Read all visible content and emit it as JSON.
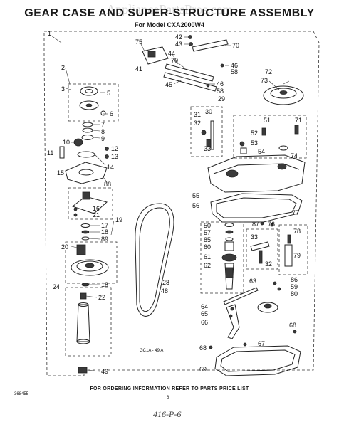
{
  "watermark": "AppliancePartsPros.com",
  "title": "GEAR CASE AND SUPER-STRUCTURE ASSEMBLY",
  "subtitle": "For Model CXA2000W4",
  "footer": "FOR ORDERING INFORMATION REFER TO PARTS PRICE LIST",
  "page_number": "6",
  "doc_number": "368455",
  "handwritten_note": "416-P-6",
  "figure_code": "GC1A - 49 A",
  "labels": {
    "l1": "1",
    "l2": "2",
    "l3": "3",
    "l5": "5",
    "l6": "6",
    "l7": "7",
    "l8": "8",
    "l9": "9",
    "l10": "10",
    "l11": "11",
    "l12": "12",
    "l13": "13",
    "l14": "14",
    "l15": "15",
    "l16": "16",
    "l17": "17",
    "l18a": "18",
    "l18b": "18",
    "l19": "19",
    "l20": "20",
    "l21": "21",
    "l22": "22",
    "l24": "24",
    "l28": "28",
    "l29": "29",
    "l30": "30",
    "l31": "31",
    "l32a": "32",
    "l32b": "32",
    "l33a": "33",
    "l33b": "33",
    "l41": "41",
    "l42": "42",
    "l43": "43",
    "l44": "44",
    "l45": "45",
    "l46a": "46",
    "l46b": "46",
    "l48": "48",
    "l49": "49",
    "l50": "50",
    "l51": "51",
    "l52": "52",
    "l53": "53",
    "l54": "54",
    "l55": "55",
    "l56": "56",
    "l57": "57",
    "l58a": "58",
    "l58b": "58",
    "l59": "59",
    "l60": "60",
    "l61": "61",
    "l62": "62",
    "l63": "63",
    "l64": "64",
    "l65": "65",
    "l66": "66",
    "l67": "67",
    "l68a": "68",
    "l68b": "68",
    "l69": "69",
    "l70a": "70",
    "l70b": "70",
    "l71": "71",
    "l72": "72",
    "l73": "73",
    "l74": "74",
    "l75": "75",
    "l76": "76",
    "l77": "77",
    "l78": "78",
    "l79": "79",
    "l80": "80",
    "l85": "85",
    "l86": "86",
    "l87": "87",
    "l88": "88",
    "l89": "89"
  }
}
